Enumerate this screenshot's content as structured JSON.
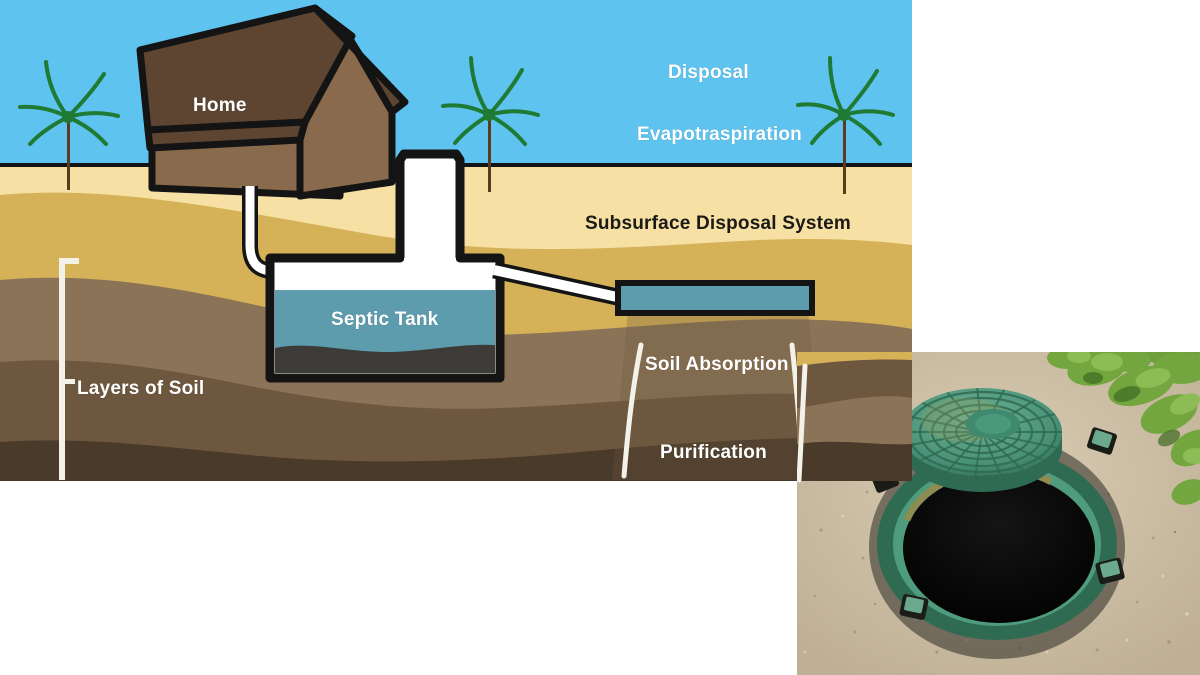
{
  "figure": {
    "kind": "septic-system-illustration",
    "panels": [
      "septic-system-cross-section-diagram",
      "septic-tank-riser-photograph"
    ]
  },
  "diagram": {
    "labels": {
      "home": "Home",
      "septic_tank": "Septic Tank",
      "disposal": "Disposal",
      "evapotranspiration": "Evapotraspiration",
      "subsurface": "Subsurface Disposal System",
      "soil_absorption": "Soil Absorption",
      "purification": "Purification",
      "layers_of_soil": "Layers of Soil"
    },
    "colors": {
      "sky": "#5ec3ef",
      "ground_line": "#141414",
      "soil_top": "#f6e0a4",
      "soil_second": "#d5b158",
      "soil_third": "#8b7357",
      "soil_fourth": "#6e573f",
      "soil_bottom": "#4a3a2a",
      "house_roof": "#5e4532",
      "house_roof_light": "#7a5c42",
      "house_wall": "#8a6a4c",
      "tank_body": "#ffffff",
      "tank_water": "#5d9cad",
      "tank_sludge": "#3c3b38",
      "drainfield": "#5d9cad",
      "outline": "#141414",
      "plant_green": "#1f7a33",
      "plant_stem": "#5a3b1e",
      "label_white": "#ffffff",
      "label_dark": "#1c1a16"
    }
  },
  "photo": {
    "subject": "open green septic tank riser lid on gravel ground",
    "elements": [
      "green-round-lid-off",
      "open-green-riser-ring",
      "dark-tank-opening",
      "gravel-ground",
      "green-vegetation"
    ],
    "colors": {
      "gravel": "#cdbfa6",
      "lid_green": "#4f9b7d",
      "lid_green_dark": "#2f6a52",
      "opening_black": "#0a0a0a",
      "vegetation_green": "#6f9e3c"
    }
  }
}
